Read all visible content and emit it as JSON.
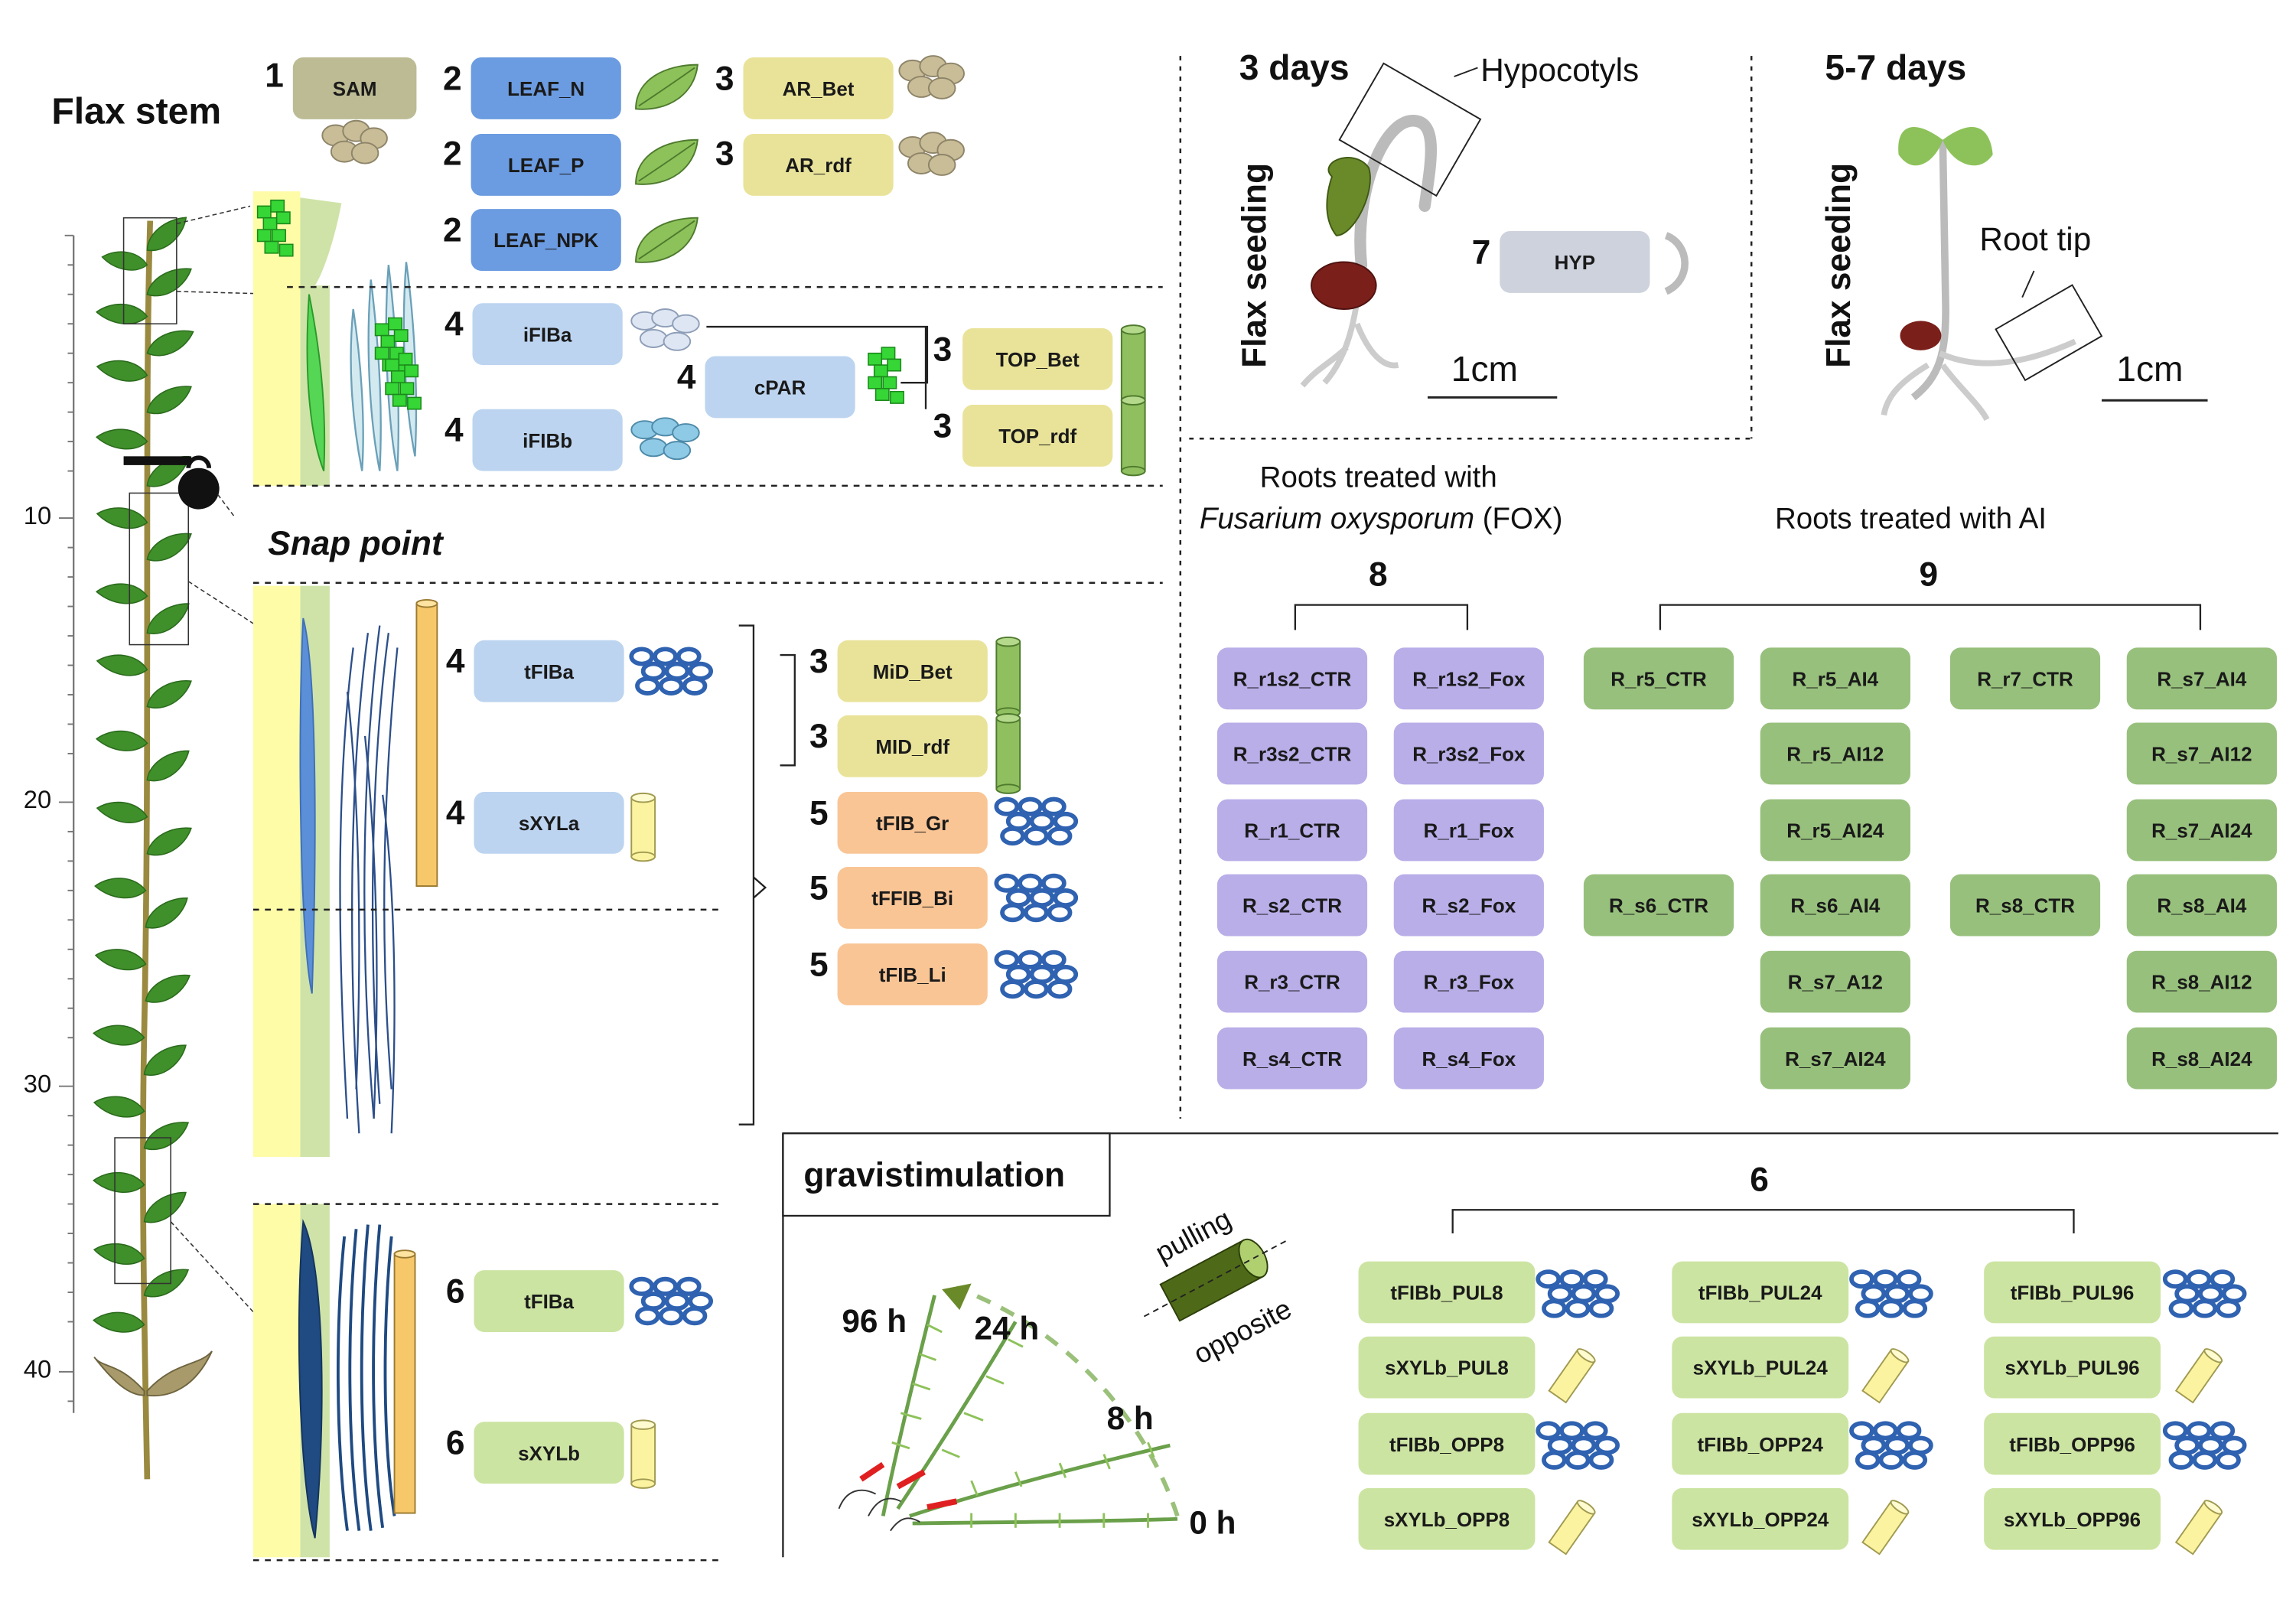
{
  "colors": {
    "sam": "#bcbb94",
    "leaf": "#6b9be0",
    "ar_top_mid": "#e9e39a",
    "fib_light": "#bcd4f0",
    "tfib_orange": "#f9c595",
    "fox_purple": "#b9aee8",
    "ai_green": "#97c07c",
    "grav_green": "#cce4a2"
  },
  "stem": {
    "title": "Flax stem",
    "snap_label": "Snap point",
    "ticks": [
      "10",
      "20",
      "30",
      "40"
    ]
  },
  "labels": {
    "sam": "SAM",
    "leaf_n": "LEAF_N",
    "leaf_p": "LEAF_P",
    "leaf_npk": "LEAF_NPK",
    "ar_bet": "AR_Bet",
    "ar_rdf": "AR_rdf",
    "ifiba": "iFIBa",
    "ifibb": "iFIBb",
    "cpar": "cPAR",
    "top_bet": "TOP_Bet",
    "top_rdf": "TOP_rdf",
    "tfiba_mid": "tFIBa",
    "sxyla": "sXYLa",
    "mid_bet": "MiD_Bet",
    "mid_rdf": "MID_rdf",
    "tfib_gr": "tFIB_Gr",
    "tffib_bi": "tFFIB_Bi",
    "tfib_li": "tFIB_Li",
    "tfiba_bot": "tFIBa",
    "sxylb": "sXYLb",
    "hyp": "HYP"
  },
  "group_numbers": {
    "sam": "1",
    "leaf_n": "2",
    "leaf_p": "2",
    "leaf_npk": "2",
    "ar_bet": "3",
    "ar_rdf": "3",
    "ifiba": "4",
    "ifibb": "4",
    "cpar": "4",
    "top_bet": "3",
    "top_rdf": "3",
    "tfiba_mid": "4",
    "sxyla": "4",
    "mid_bet": "3",
    "mid_rdf": "3",
    "tfib_gr": "5",
    "tffib_bi": "5",
    "tfib_li": "5",
    "tfiba_bot": "6",
    "sxylb": "6",
    "hyp": "7",
    "fox": "8",
    "ai": "9",
    "grav": "6"
  },
  "seedling": {
    "day3": "3 days",
    "day57": "5-7 days",
    "seeding": "Flax seeding",
    "hypocotyls": "Hypocotyls",
    "root_tip": "Root tip",
    "scale": "1cm"
  },
  "fox": {
    "heading_line1": "Roots treated with",
    "heading_species": "Fusarium oxysporum",
    "heading_suffix": " (FOX)",
    "ctr": [
      "R_r1s2_CTR",
      "R_r3s2_CTR",
      "R_r1_CTR",
      "R_s2_CTR",
      "R_r3_CTR",
      "R_s4_CTR"
    ],
    "fox": [
      "R_r1s2_Fox",
      "R_r3s2_Fox",
      "R_r1_Fox",
      "R_s2_Fox",
      "R_r3_Fox",
      "R_s4_Fox"
    ]
  },
  "ai": {
    "heading": "Roots treated with AI",
    "r5_ctr": "R_r5_CTR",
    "s6_ctr": "R_s6_CTR",
    "r7_ctr": "R_r7_CTR",
    "s8_ctr": "R_s8_CTR",
    "col2": [
      "R_r5_AI4",
      "R_r5_AI12",
      "R_r5_AI24",
      "R_s6_AI4",
      "R_s7_A12",
      "R_s7_AI24"
    ],
    "col4": [
      "R_s7_AI4",
      "R_s7_AI12",
      "R_s7_AI24",
      "R_s8_AI4",
      "R_s8_AI12",
      "R_s8_AI24"
    ]
  },
  "grav": {
    "title": "gravistimulation",
    "pulling": "pulling",
    "opposite": "opposite",
    "times": [
      "96 h",
      "24 h",
      "8 h",
      "0 h"
    ],
    "col1": [
      "tFIBb_PUL8",
      "sXYLb_PUL8",
      "tFIBb_OPP8",
      "sXYLb_OPP8"
    ],
    "col2": [
      "tFIBb_PUL24",
      "sXYLb_PUL24",
      "tFIBb_OPP24",
      "sXYLb_OPP24"
    ],
    "col3": [
      "tFIBb_PUL96",
      "sXYLb_PUL96",
      "tFIBb_OPP96",
      "sXYLb_OPP96"
    ]
  }
}
